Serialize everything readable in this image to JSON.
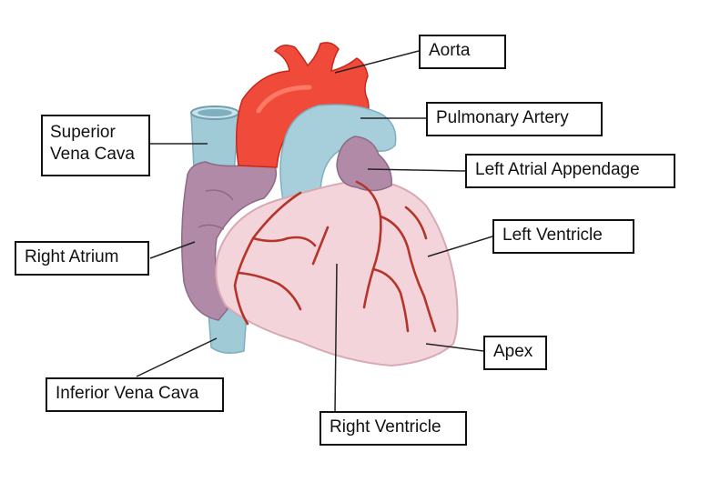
{
  "labels": {
    "aorta": "Aorta",
    "pulmonary_artery": "Pulmonary Artery",
    "superior_vena_cava": "Superior\nVena Cava",
    "left_atrial_appendage": "Left Atrial Appendage",
    "left_ventricle": "Left Ventricle",
    "right_atrium": "Right Atrium",
    "apex": "Apex",
    "inferior_vena_cava": "Inferior Vena Cava",
    "right_ventricle": "Right Ventricle"
  },
  "colors": {
    "aorta": "#f04a3a",
    "aorta_dark": "#c8281c",
    "pulmonary": "#a6cfdb",
    "vena_cava": "#9fcad6",
    "atrium": "#b08aa6",
    "ventricle": "#f2d4da",
    "ventricle_edge": "#d9a9b3",
    "vessels": "#b5352a",
    "leader_line": "#222222"
  }
}
